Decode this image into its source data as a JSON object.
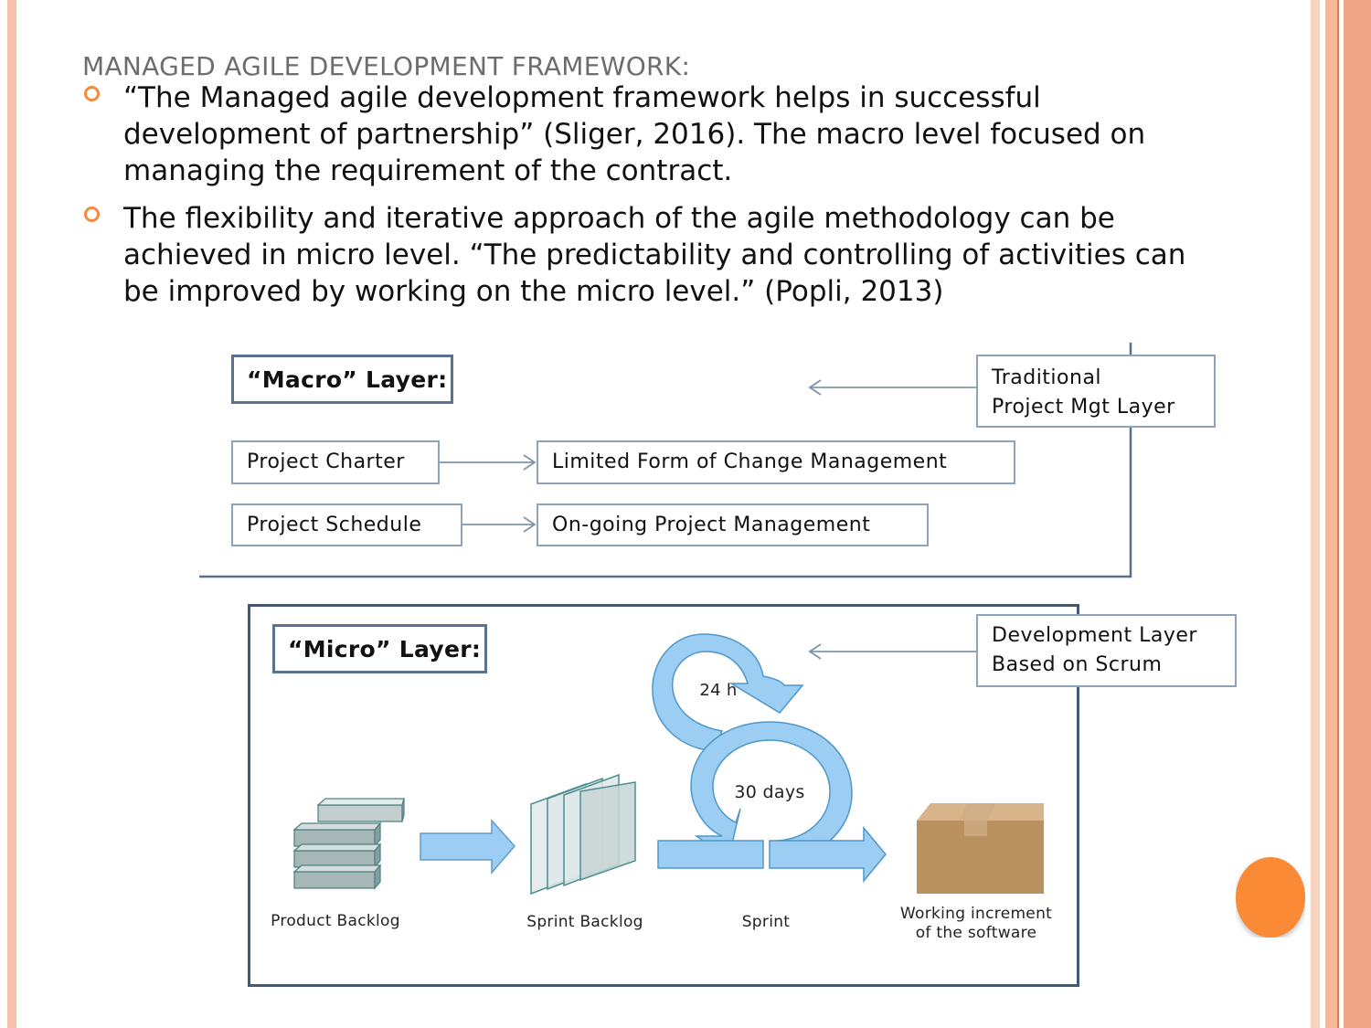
{
  "slide": {
    "title": "MANAGED AGILE DEVELOPMENT FRAMEWORK:",
    "bullets": [
      "“The Managed agile development framework helps in successful development of partnership” (Sliger, 2016). The macro level focused on managing the requirement of the contract.",
      "The flexibility and iterative approach of the agile methodology can be achieved in micro level. “The predictability and controlling of activities can be improved by working on the micro level.” (Popli, 2013)"
    ]
  },
  "macro": {
    "label": "“Macro” Layer:",
    "side_line1": "Traditional",
    "side_line2": "Project Mgt Layer",
    "project_charter": "Project Charter",
    "change_mgmt": "Limited Form of Change Management",
    "project_schedule": "Project Schedule",
    "ongoing_mgmt": "On-going Project Management"
  },
  "micro": {
    "label": "“Micro” Layer:",
    "side_line1": "Development Layer",
    "side_line2": "Based on Scrum",
    "daily_cycle": "24 h",
    "sprint_cycle": "30 days",
    "product_backlog": "Product Backlog",
    "sprint_backlog": "Sprint Backlog",
    "sprint": "Sprint",
    "increment_line1": "Working increment",
    "increment_line2": "of the software"
  },
  "colors": {
    "accent_orange": "#f58a3e",
    "stripe_peach": "#f7c2aa",
    "arrow_blue": "#9ccdf2",
    "box_border": "#8fa3b8"
  }
}
